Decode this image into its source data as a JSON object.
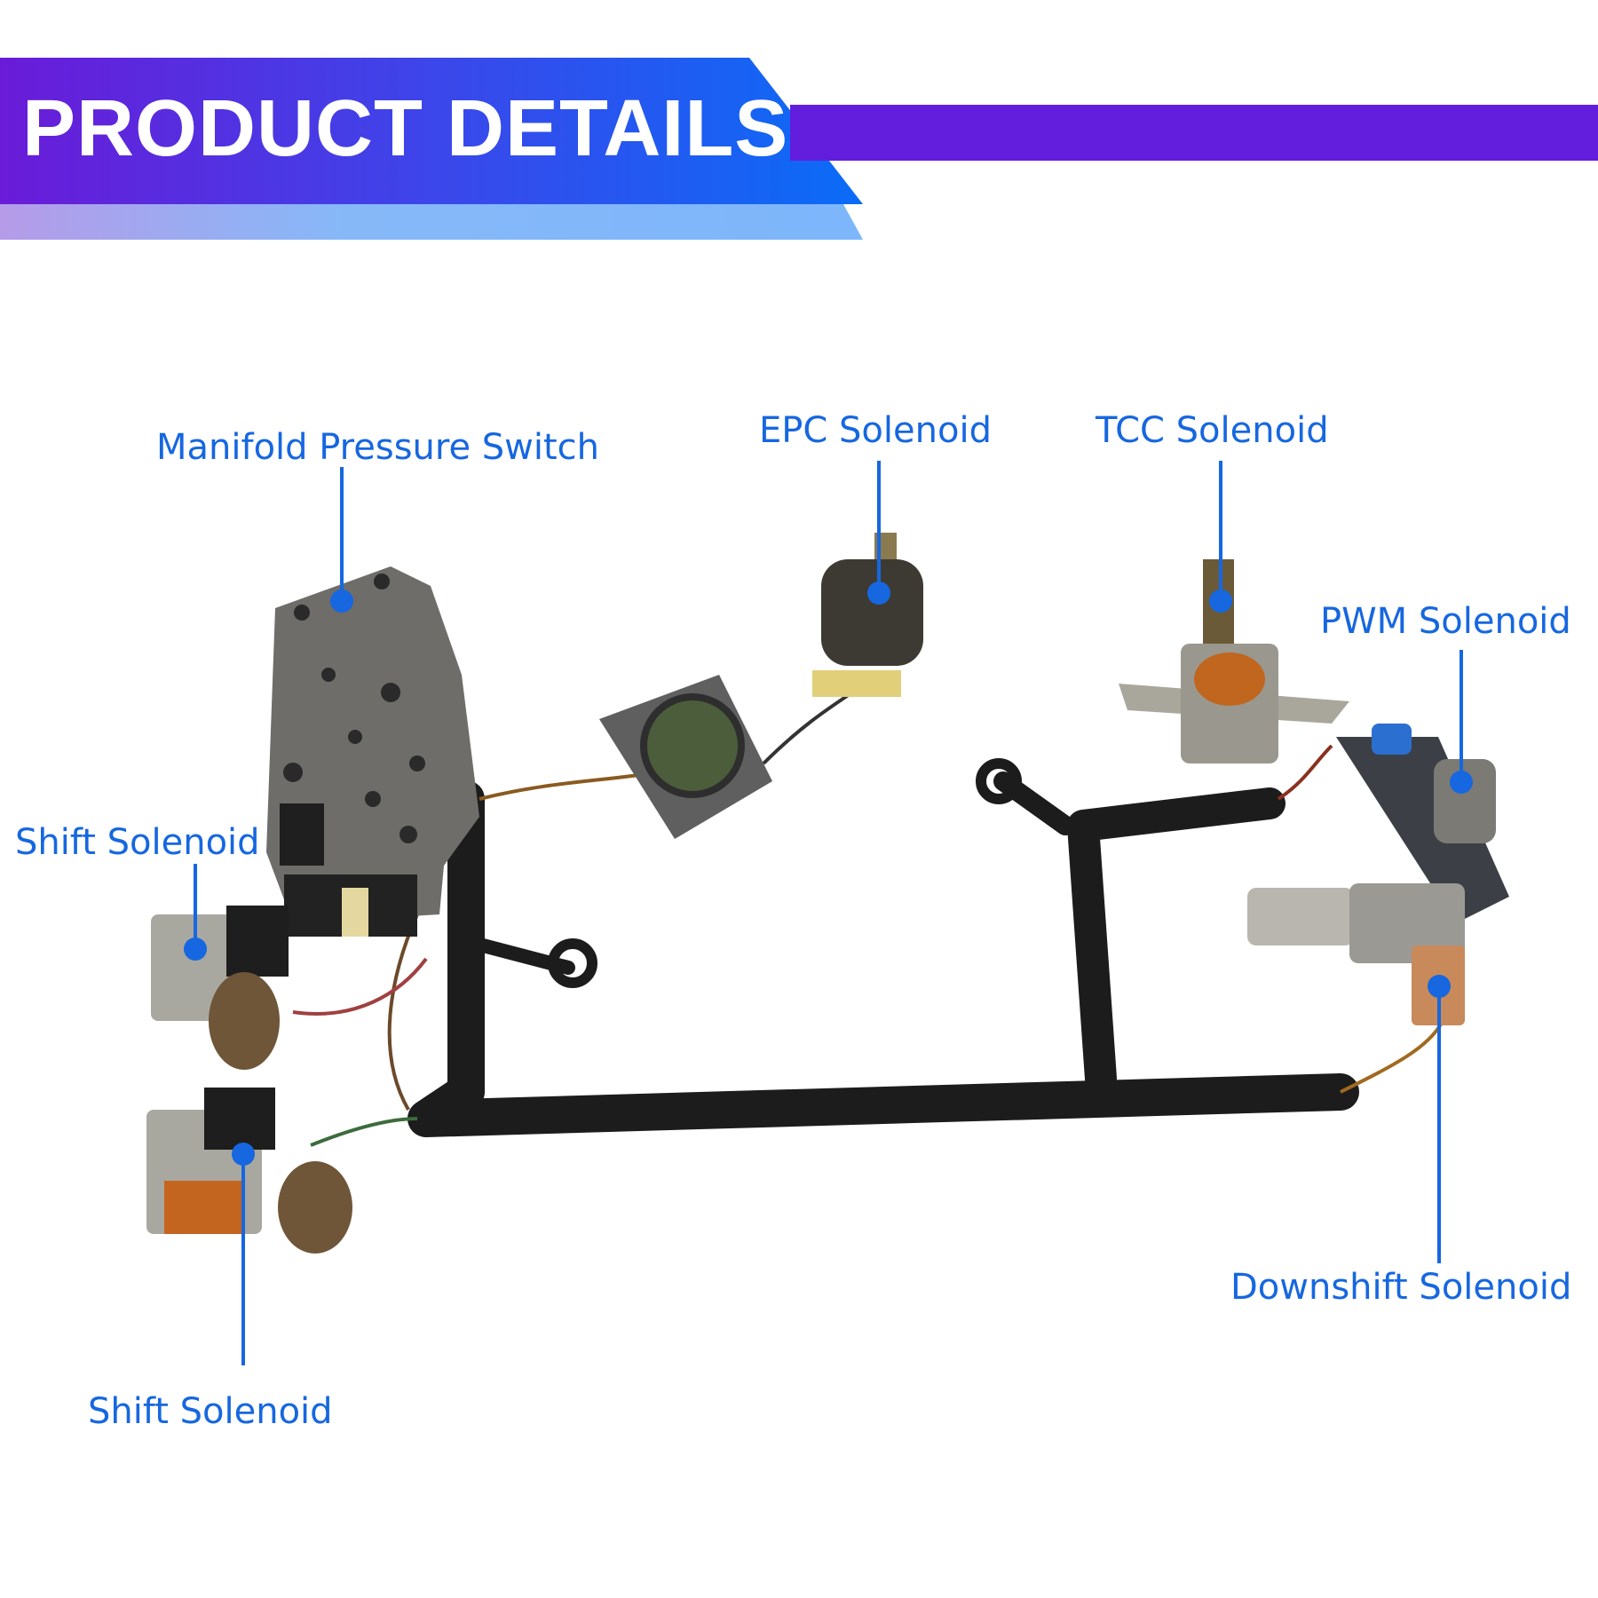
{
  "header": {
    "title": "PRODUCT DETAILS"
  },
  "labels": {
    "manifold": "Manifold Pressure Switch",
    "epc": "EPC Solenoid",
    "tcc": "TCC Solenoid",
    "pwm": "PWM Solenoid",
    "shift1": "Shift Solenoid",
    "shift2": "Shift Solenoid",
    "downshift": "Downshift Solenoid"
  },
  "colors": {
    "accent": "#1667e0",
    "header_purple": "#621ddd",
    "header_blue": "#0a6cf7"
  }
}
